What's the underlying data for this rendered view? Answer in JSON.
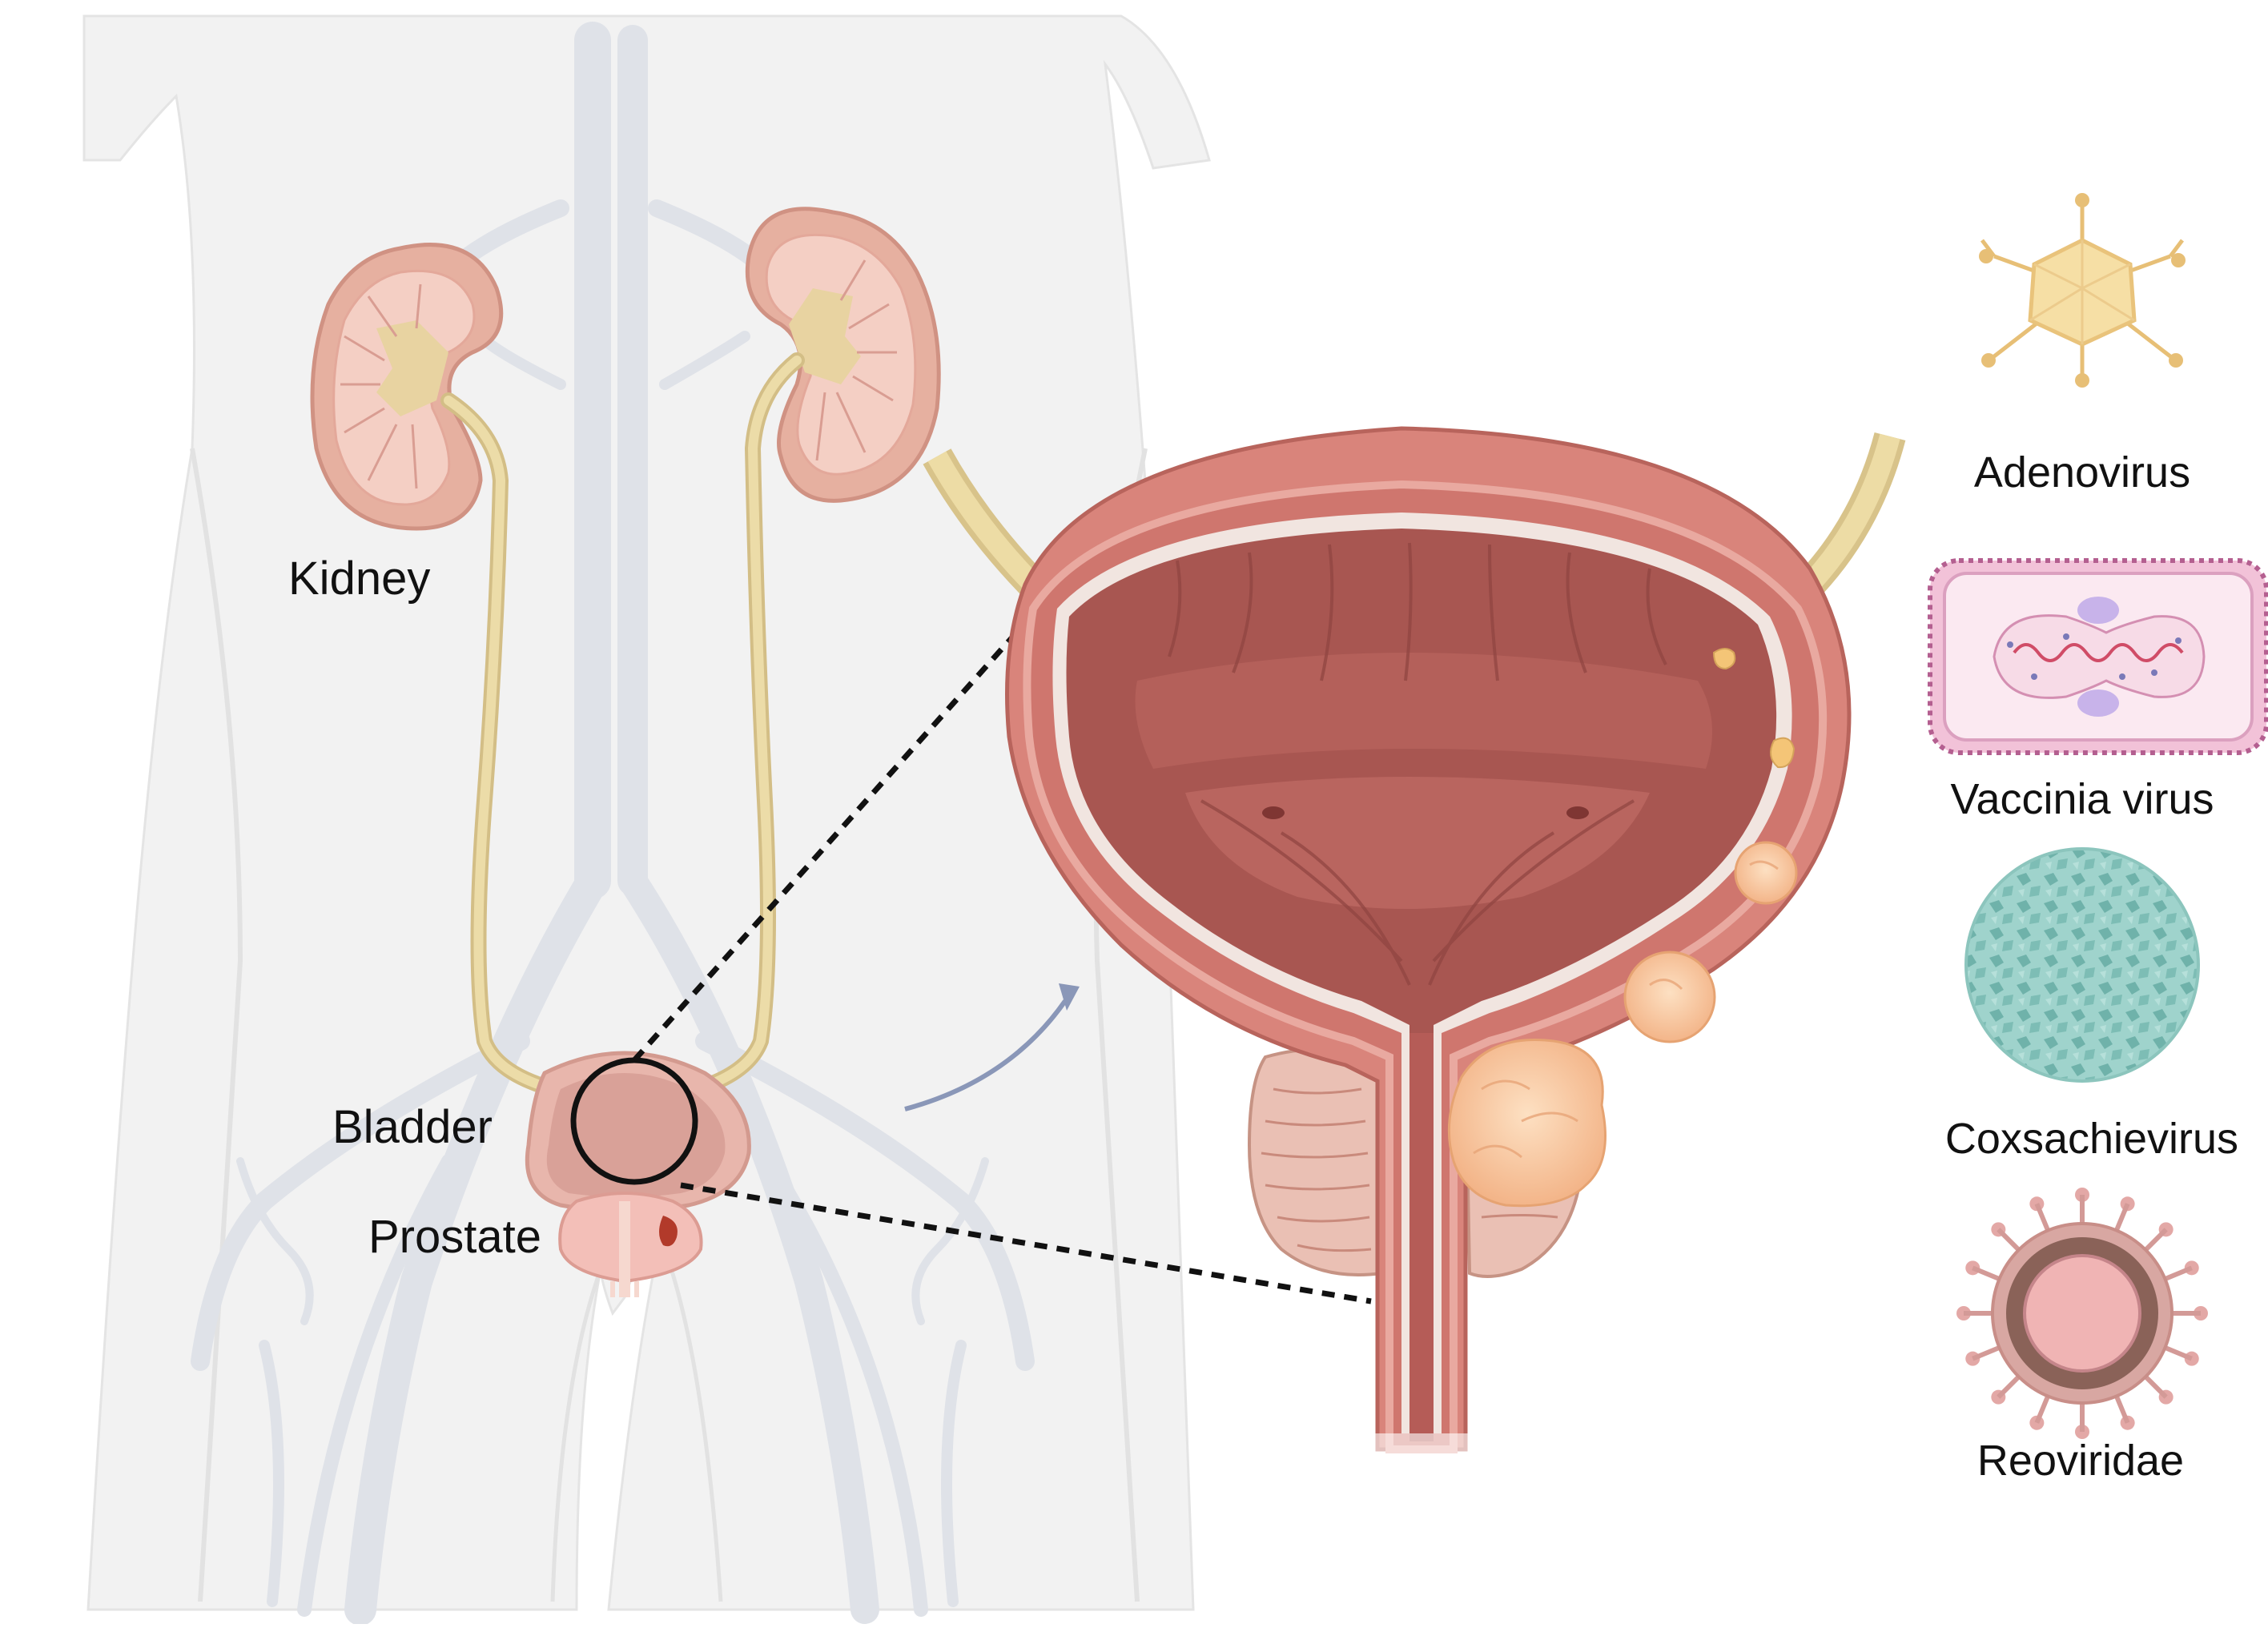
{
  "organ_labels": {
    "kidney": "Kidney",
    "bladder": "Bladder",
    "prostate": "Prostate"
  },
  "virus_labels": {
    "adenovirus": "Adenovirus",
    "vaccinia": "Vaccinia virus",
    "coxsachievirus": "Coxsachievirus",
    "reoviridae": "Reoviridae"
  },
  "colors": {
    "body_silhouette": "#f0f0f0",
    "vessels": "#dde0e6",
    "kidney": "#e8b4a4",
    "ureter": "#e9d59c",
    "bladder_wall": "#d98880",
    "bladder_lumen": "#a85651",
    "tumor": "#f7c79c",
    "adenovirus": "#f3d58b",
    "vaccinia": "#e7a1c8",
    "coxsachievirus": "#8ecbc3",
    "reoviridae": "#b07a6e"
  },
  "icons": [
    "kidney-icon",
    "bladder-icon",
    "prostate-icon",
    "adenovirus-icon",
    "vaccinia-virus-icon",
    "coxsachievirus-icon",
    "reoviridae-icon",
    "arrow-icon"
  ]
}
